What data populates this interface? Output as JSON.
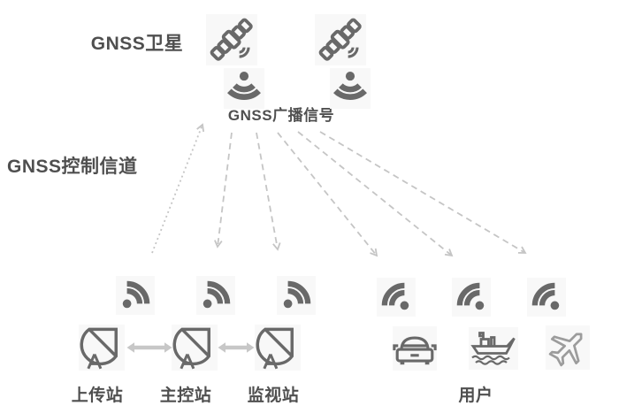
{
  "diagram": {
    "space": {
      "label": "GNSS卫星",
      "satellite_icons": [
        "satellite-icon",
        "satellite-icon"
      ]
    },
    "broadcast": {
      "label": "GNSS广播信号",
      "signal_icons": [
        "broadcast-signal-icon",
        "broadcast-signal-icon"
      ]
    },
    "control": {
      "label": "GNSS控制信道"
    },
    "stations": [
      {
        "label": "上传站",
        "icon": "satellite-dish-icon",
        "signal_icon": "uplink-signal-icon"
      },
      {
        "label": "主控站",
        "icon": "satellite-dish-icon",
        "signal_icon": "uplink-signal-icon"
      },
      {
        "label": "监视站",
        "icon": "satellite-dish-icon",
        "signal_icon": "uplink-signal-icon"
      }
    ],
    "users": {
      "label": "用户",
      "items": [
        {
          "icon": "car-icon",
          "signal_icon": "downlink-signal-icon"
        },
        {
          "icon": "ship-icon",
          "signal_icon": "downlink-signal-icon"
        },
        {
          "icon": "airplane-icon",
          "signal_icon": "downlink-signal-icon"
        }
      ]
    },
    "connections": [
      {
        "type": "dotted-uplink-arrow",
        "from": "上传站",
        "to": "GNSS广播信号"
      },
      {
        "type": "dashed-downlink-arrow",
        "from": "GNSS广播信号",
        "to": "主控站"
      },
      {
        "type": "dashed-downlink-arrow",
        "from": "GNSS广播信号",
        "to": "监视站"
      },
      {
        "type": "dashed-downlink-arrow",
        "from": "GNSS广播信号",
        "to": "用户-car"
      },
      {
        "type": "dashed-downlink-arrow",
        "from": "GNSS广播信号",
        "to": "用户-ship"
      },
      {
        "type": "dashed-downlink-arrow",
        "from": "GNSS广播信号",
        "to": "用户-airplane"
      },
      {
        "type": "double-arrow",
        "from": "上传站",
        "to": "主控站"
      },
      {
        "type": "double-arrow",
        "from": "主控站",
        "to": "监视站"
      }
    ],
    "colors": {
      "icon": "#696969",
      "plane_icon": "#9c9c9c",
      "text": "#4f4f4f",
      "arrow": "#c5c5c5",
      "link_arrow": "#c7c7c7",
      "background": "#ffffff"
    }
  }
}
